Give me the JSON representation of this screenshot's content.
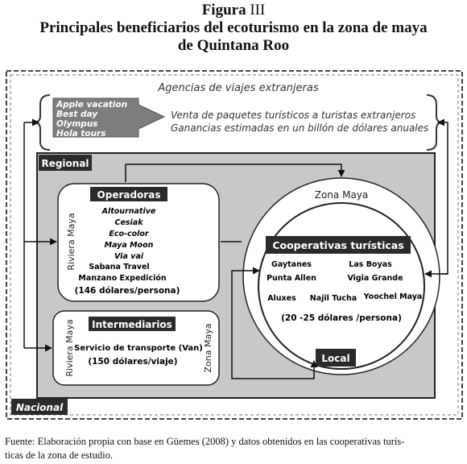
{
  "figure": {
    "title_prefix": "Figura",
    "title_number": "III",
    "title_line1": "Principales beneficiarios del ecoturismo en la zona de maya",
    "title_line2": "de Quintana Roo",
    "source_line1": "Fuente: Elaboración propia con base en Güemes (2008) y datos obtenidos en las cooperativas turís-",
    "source_line2": "ticas de la zona de estudio."
  },
  "foreign": {
    "header": "Agencias de viajes extranjeras",
    "agencies": [
      "Apple vacation",
      "Best day",
      "Olympus",
      "Hola tours"
    ],
    "desc_line1": "Venta de paquetes turísticos a turistas extranjeros",
    "desc_line2": "Ganancias estimadas en un billón de dólares anuales"
  },
  "regional": {
    "label": "Regional",
    "side_label": "Riviera Maya",
    "operadoras_title": "Operadoras",
    "operators": [
      "Altournative",
      "Cesiak",
      "Eco-color",
      "Maya Moon",
      "Via vai"
    ],
    "operators_regular": [
      "Sabana Travel",
      "Manzano Expedición"
    ],
    "price": "(146 dólares/persona)"
  },
  "intermediarios": {
    "title": "Intermediarios",
    "left_label": "Riviera Maya",
    "right_label": "Zona Maya",
    "service": "Servicio de transporte (Van)",
    "price": "(150 dólares/viaje)"
  },
  "zona_maya": {
    "label": "Zona Maya",
    "coop_title": "Cooperativas turísticas",
    "coops": [
      "Gaytanes",
      "Las Boyas",
      "Punta Allen",
      "Vigia Grande",
      "Aluxes",
      "Najil Tucha",
      "Yoochel Maya"
    ],
    "price": "(20 -25 dólares /persona)",
    "local_label": "Local"
  },
  "nacional": {
    "label": "Nacional"
  },
  "colors": {
    "panel_gray": "#c8c8c8",
    "dark": "#2b2b2b",
    "agency_box": "#7d7d7d"
  }
}
